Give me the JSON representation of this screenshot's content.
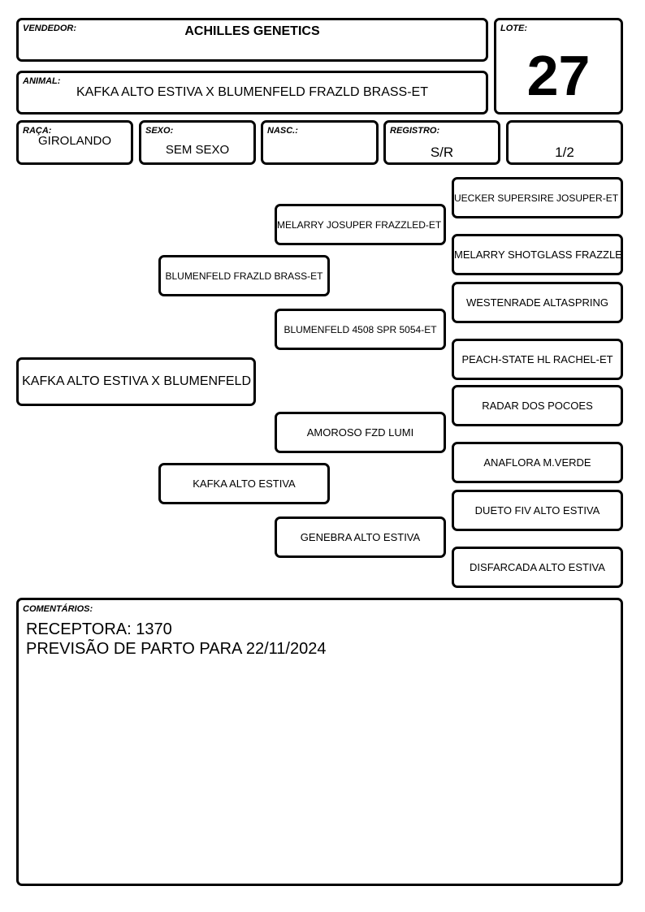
{
  "header": {
    "vendedor_label": "VENDEDOR:",
    "vendedor": "ACHILLES GENETICS",
    "lote_label": "LOTE:",
    "lote": "27",
    "animal_label": "ANIMAL:",
    "animal": "KAFKA ALTO ESTIVA X BLUMENFELD FRAZLD BRASS-ET"
  },
  "info": {
    "raca_label": "RAÇA:",
    "raca": "GIROLANDO",
    "sexo_label": "SEXO:",
    "sexo": "SEM SEXO",
    "nasc_label": "NASC.:",
    "nasc": "",
    "registro_label": "REGISTRO:",
    "registro": "S/R",
    "fracao": "1/2"
  },
  "pedigree": {
    "animal": "KAFKA ALTO ESTIVA X BLUMENFELD",
    "sire": "BLUMENFELD FRAZLD BRASS-ET",
    "dam": "KAFKA ALTO ESTIVA",
    "sire_sire": "MELARRY JOSUPER FRAZZLED-ET",
    "sire_dam": "BLUMENFELD 4508 SPR 5054-ET",
    "dam_sire": "AMOROSO FZD LUMI",
    "dam_dam": "GENEBRA ALTO ESTIVA",
    "ggp": [
      "UECKER SUPERSIRE JOSUPER-ET",
      "MELARRY SHOTGLASS FRAZZLE",
      "WESTENRADE ALTASPRING",
      "PEACH-STATE HL RACHEL-ET",
      "RADAR DOS POCOES",
      "ANAFLORA M.VERDE",
      "DUETO FIV ALTO ESTIVA",
      "DISFARCADA ALTO ESTIVA"
    ]
  },
  "comments": {
    "label": "COMENTÁRIOS:",
    "line1": "RECEPTORA: 1370",
    "line2": "PREVISÃO DE PARTO PARA 22/11/2024"
  }
}
